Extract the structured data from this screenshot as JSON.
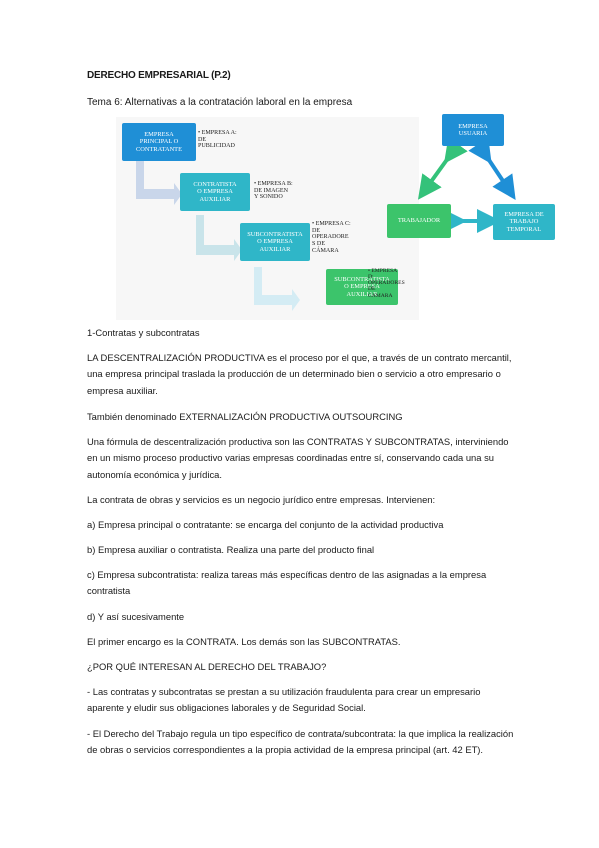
{
  "heading": "DERECHO EMPRESARIAL (P.2)",
  "subheading": "Tema 6: Alternativas a la contratación laboral en la empresa",
  "diagram_left": {
    "boxes": [
      {
        "label_line1": "EMPRESA",
        "label_line2": "PRINCIPAL O",
        "label_line3": "CONTRATANTE",
        "note": "• EMPRESA A:\nDE\nPUBLICIDAD"
      },
      {
        "label_line1": "CONTRATISTA",
        "label_line2": "O EMPRESA",
        "label_line3": "AUXILIAR",
        "note": "• EMPRESA B:\nDE IMAGEN\nY SONIDO"
      },
      {
        "label_line1": "SUBCONTRATISTA",
        "label_line2": "O EMPRESA",
        "label_line3": "AUXILIAR",
        "note": "• EMPRESA C:\nDE\nOPERADORE\nS DE\nCÁMARA"
      },
      {
        "label_line1": "SUBCONTRATISTA",
        "label_line2": "O EMPRESA",
        "label_line3": "AUXILIAR",
        "note": "• EMPRESA\nD:\nOPERADORES\nDE\nCAMARA"
      }
    ]
  },
  "diagram_right": {
    "top": "EMPRESA\nUSUARIA",
    "left": "TRABAJADOR",
    "right": "EMPRESA DE\nTRABAJO\nTEMPORAL"
  },
  "paragraphs": [
    "1-Contratas y subcontratas",
    "LA DESCENTRALIZACIÓN PRODUCTIVA es el proceso por el que, a través de un contrato mercantil, una empresa principal traslada la producción de un determinado bien o servicio a otro empresario o empresa auxiliar.",
    "También denominado EXTERNALIZACIÓN PRODUCTIVA OUTSOURCING",
    "Una fórmula de descentralización productiva son las CONTRATAS Y SUBCONTRATAS, interviniendo en un mismo proceso productivo varias empresas coordinadas entre sí, conservando cada una su autonomía económica y jurídica.",
    "La contrata de obras y servicios es un negocio jurídico entre empresas. Intervienen:",
    "a) Empresa principal o contratante: se encarga del conjunto de la actividad productiva",
    "b) Empresa auxiliar o contratista. Realiza una parte del producto final",
    "c) Empresa subcontratista: realiza tareas más específicas dentro de las asignadas a la empresa contratista",
    "d) Y así sucesivamente",
    "El primer encargo es la CONTRATA. Los demás son las SUBCONTRATAS.",
    "¿POR QUÉ INTERESAN AL DERECHO DEL TRABAJO?",
    "- Las contratas y subcontratas se prestan a su utilización fraudulenta para crear un empresario aparente y eludir sus obligaciones laborales y de Seguridad Social.",
    "- El Derecho del Trabajo regula un tipo específico de contrata/subcontrata: la que implica la realización de obras o servicios correspondientes a la propia actividad de la empresa principal (art. 42 ET)."
  ]
}
